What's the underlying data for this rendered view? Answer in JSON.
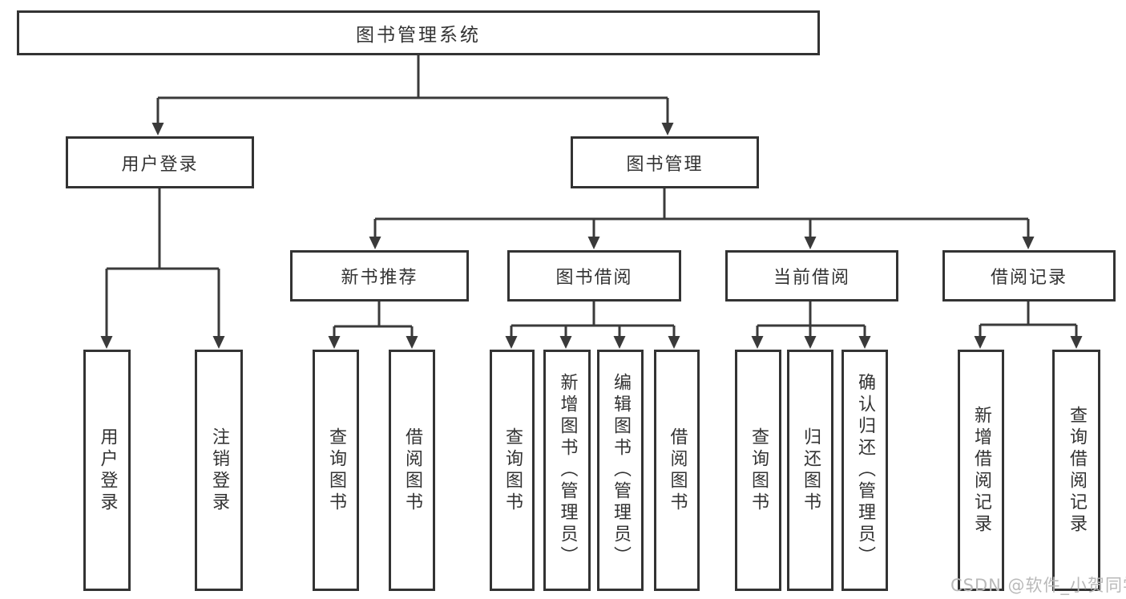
{
  "tree": {
    "label": "图书管理系统",
    "children": [
      {
        "label": "用户登录",
        "children": [
          {
            "label": "用户登录"
          },
          {
            "label": "注销登录"
          }
        ]
      },
      {
        "label": "图书管理",
        "children": [
          {
            "label": "新书推荐",
            "children": [
              {
                "label": "查询图书"
              },
              {
                "label": "借阅图书"
              }
            ]
          },
          {
            "label": "图书借阅",
            "children": [
              {
                "label": "查询图书"
              },
              {
                "label": "新增图书（管理员）"
              },
              {
                "label": "编辑图书（管理员）"
              },
              {
                "label": "借阅图书"
              }
            ]
          },
          {
            "label": "当前借阅",
            "children": [
              {
                "label": "查询图书"
              },
              {
                "label": "归还图书"
              },
              {
                "label": "确认归还（管理员）"
              }
            ]
          },
          {
            "label": "借阅记录",
            "children": [
              {
                "label": "新增借阅记录"
              },
              {
                "label": "查询借阅记录"
              }
            ]
          }
        ]
      }
    ]
  },
  "watermark": "CSDN @软件_小贺同学",
  "colors": {
    "line": "#3a3a3a",
    "box_border": "#333333",
    "text": "#333333",
    "watermark": "#b9b9b9",
    "background": "#ffffff"
  }
}
